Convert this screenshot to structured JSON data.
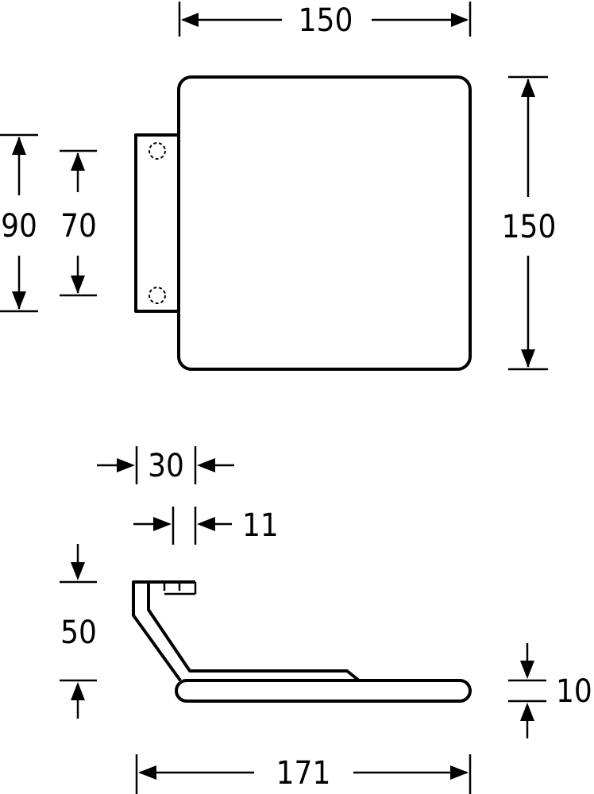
{
  "dimensions": {
    "top_width": "150",
    "top_height": "150",
    "outer_mount": "90",
    "inner_mount": "70",
    "mount_depth": "30",
    "bracket_thickness": "11",
    "side_height": "50",
    "seat_thickness": "10",
    "overall_depth": "171"
  },
  "colors": {
    "ink": "#000000",
    "paper": "#ffffff"
  }
}
